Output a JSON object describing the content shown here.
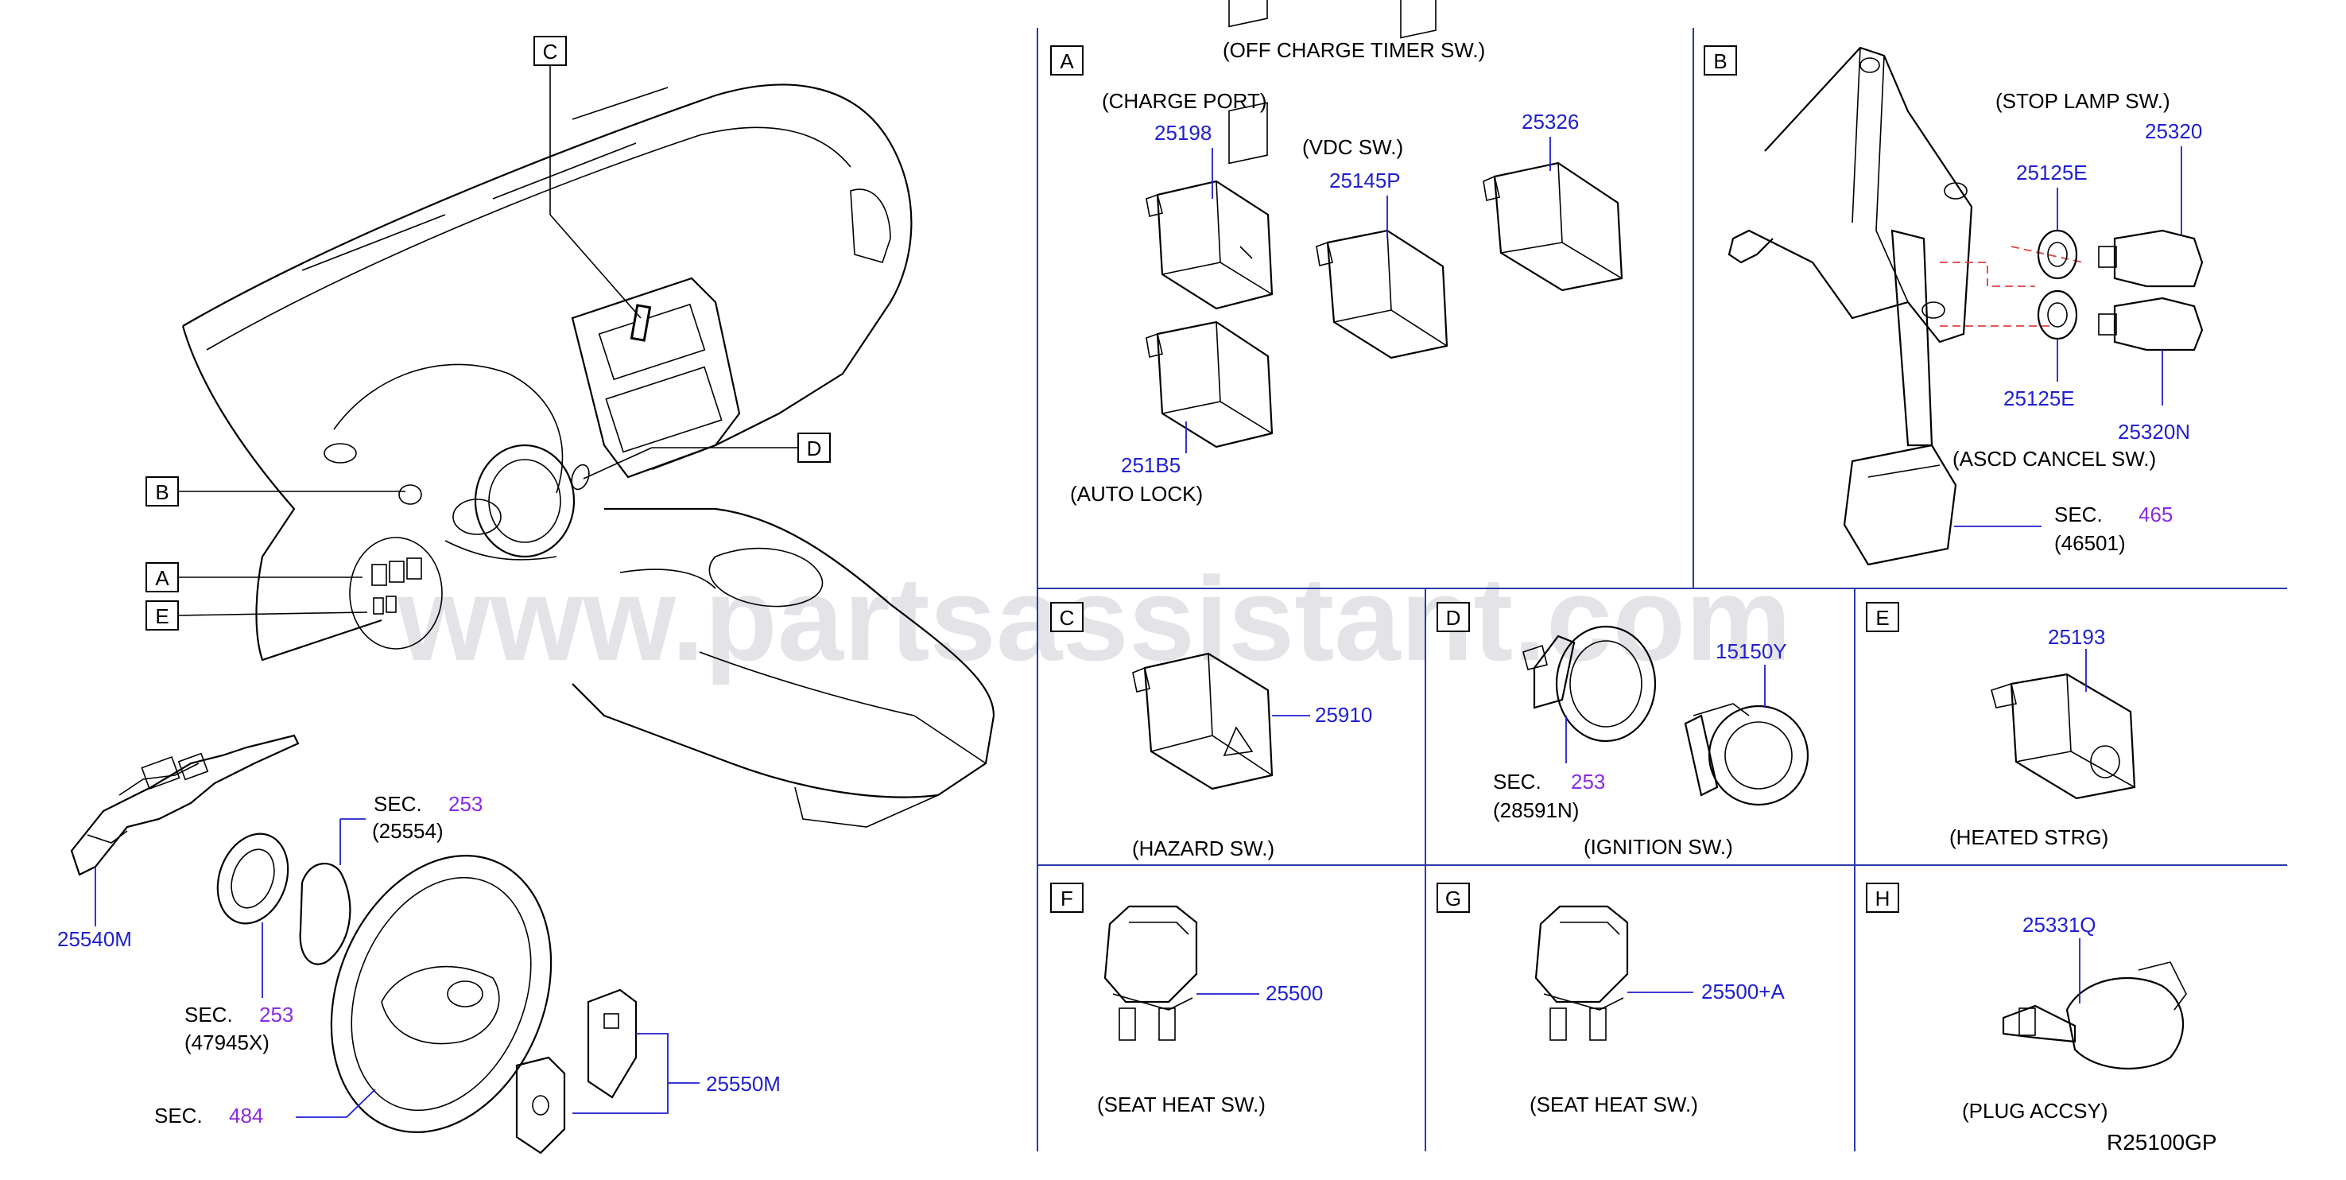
{
  "watermark": "www.partsassistant.com",
  "drawing_ref": "R25100GP",
  "overview": {
    "labels": {
      "A": "A",
      "B": "B",
      "C": "C",
      "D": "D",
      "E": "E"
    },
    "callouts": {
      "part_25540M": "25540M",
      "sec1": {
        "sec": "SEC.",
        "num": "253",
        "sub": "(25554)"
      },
      "sec2": {
        "sec": "SEC.",
        "num": "253",
        "sub": "(47945X)"
      },
      "sec3": {
        "sec": "SEC.",
        "num": "484"
      },
      "part_25550M": "25550M"
    }
  },
  "panels": {
    "A": {
      "letter": "A",
      "title": "(OFF   CHARGE   TIMER   SW.)",
      "charge_port": "(CHARGE   PORT)",
      "p25198": "25198",
      "vdc": "(VDC   SW.)",
      "p25145P": "25145P",
      "p25326": "25326",
      "p251B5": "251B5",
      "auto_lock": "(AUTO   LOCK)"
    },
    "B": {
      "letter": "B",
      "stop_lamp": "(STOP   LAMP   SW.)",
      "p25125E_top": "25125E",
      "p25320": "25320",
      "p25125E_bot": "25125E",
      "p25320N": "25320N",
      "ascd": "(ASCD   CANCEL   SW.)",
      "sec": "SEC.",
      "sec_num": "465",
      "sec_sub": "(46501)"
    },
    "C": {
      "letter": "C",
      "p25910": "25910",
      "caption": "(HAZARD   SW.)"
    },
    "D": {
      "letter": "D",
      "p15150Y": "15150Y",
      "sec": "SEC.",
      "sec_num": "253",
      "sec_sub": "(28591N)",
      "caption": "(IGNITION   SW.)"
    },
    "E": {
      "letter": "E",
      "p25193": "25193",
      "caption": "(HEATED   STRG)"
    },
    "F": {
      "letter": "F",
      "p25500": "25500",
      "caption": "(SEAT   HEAT   SW.)"
    },
    "G": {
      "letter": "G",
      "p25500A": "25500+A",
      "caption": "(SEAT   HEAT   SW.)"
    },
    "H": {
      "letter": "H",
      "p25331Q": "25331Q",
      "caption": "(PLUG   ACCSY)"
    }
  },
  "colors": {
    "part_number": "#1f1fd0",
    "section_ref": "#8a2be2",
    "grid": "#2a3aa8",
    "guide_dash": "#e04040"
  }
}
